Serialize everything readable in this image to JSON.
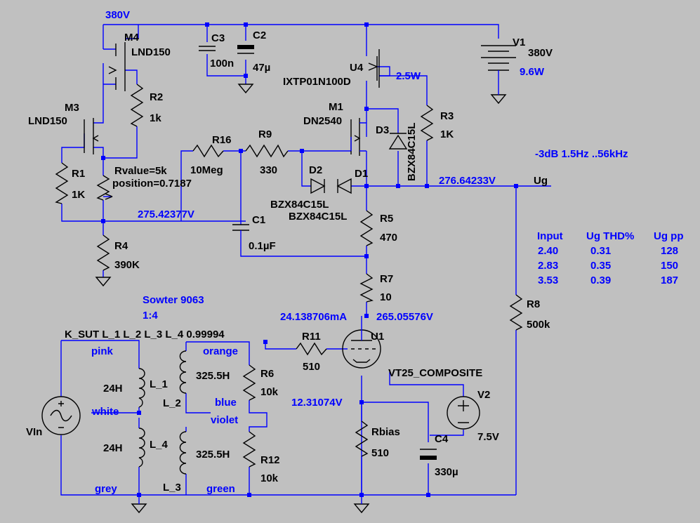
{
  "colors": {
    "background": "#c0c0c0",
    "wire": "#0000ff",
    "component": "#000000",
    "label_blue": "#0000ff",
    "label_black": "#000000"
  },
  "rail": {
    "label": "380V"
  },
  "components": {
    "M4": {
      "ref": "M4",
      "value": "LND150"
    },
    "M3": {
      "ref": "M3",
      "value": "LND150"
    },
    "M1": {
      "ref": "M1",
      "value": "DN2540"
    },
    "U4": {
      "ref": "U4",
      "value": "IXTP01N100D",
      "power": "2.5W"
    },
    "C3": {
      "ref": "C3",
      "value": "100n"
    },
    "C2": {
      "ref": "C2",
      "value": "47µ"
    },
    "V1": {
      "ref": "V1",
      "value": "380V",
      "power": "9.6W"
    },
    "R2": {
      "ref": "R2",
      "value": "1k"
    },
    "R1": {
      "ref": "R1",
      "value": "1K"
    },
    "R3": {
      "ref": "R3",
      "value": "1K"
    },
    "D3": {
      "ref": "D3",
      "part": "BZX84C15L"
    },
    "R16": {
      "ref": "R16",
      "value": "10Meg"
    },
    "R9": {
      "ref": "R9",
      "value": "330"
    },
    "D2": {
      "ref": "D2",
      "part": "BZX84C15L"
    },
    "D1": {
      "ref": "D1",
      "part": "BZX84C15L"
    },
    "pot": {
      "value": "Rvalue=5k",
      "position": "position=0.7187"
    },
    "R4": {
      "ref": "R4",
      "value": "390K"
    },
    "C1": {
      "ref": "C1",
      "value": "0.1µF"
    },
    "R5": {
      "ref": "R5",
      "value": "470"
    },
    "R7": {
      "ref": "R7",
      "value": "10"
    },
    "R8": {
      "ref": "R8",
      "value": "500k"
    },
    "R11": {
      "ref": "R11",
      "value": "510"
    },
    "U1": {
      "ref": "U1",
      "value": "VT25_COMPOSITE"
    },
    "R6": {
      "ref": "R6",
      "value": "10k"
    },
    "R12": {
      "ref": "R12",
      "value": "10k"
    },
    "V2": {
      "ref": "V2",
      "value": "7.5V"
    },
    "Rbias": {
      "ref": "Rbias",
      "value": "510"
    },
    "C4": {
      "ref": "C4",
      "value": "330µ"
    },
    "Vin": {
      "ref": "VIn"
    },
    "L_1": {
      "ref": "L_1",
      "value": "24H"
    },
    "L_4": {
      "ref": "L_4",
      "value": "24H"
    },
    "L_2": {
      "ref": "L_2",
      "value": "325.5H"
    },
    "L_3": {
      "ref": "L_3",
      "value": "325.5H"
    }
  },
  "net_labels": {
    "ug": "Ug",
    "v_out": "276.64233V",
    "v_pot": "275.42377V",
    "i_anode": "24.138706mA",
    "v_anode": "265.05576V",
    "v_cathode": "12.31074V",
    "bandwidth": "-3dB 1.5Hz ..56kHz"
  },
  "transformer": {
    "title": "Sowter 9063",
    "ratio": "1:4",
    "directive": "K_SUT L_1 L_2 L_3 L_4 0.99994",
    "wires": {
      "pink": "pink",
      "white": "white",
      "grey": "grey",
      "orange": "orange",
      "blue": "blue",
      "violet": "violet",
      "green": "green"
    }
  },
  "results_table": {
    "headers": [
      "Input",
      "Ug THD%",
      "Ug pp"
    ],
    "rows": [
      [
        "2.40",
        "0.31",
        "128"
      ],
      [
        "2.83",
        "0.35",
        "150"
      ],
      [
        "3.53",
        "0.39",
        "187"
      ]
    ]
  }
}
